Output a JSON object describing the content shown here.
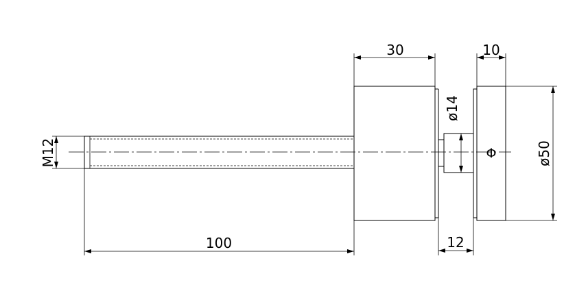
{
  "drawing": {
    "dimensions": {
      "length_total": "100",
      "body_width": "30",
      "cap_width": "10",
      "gap_width": "12",
      "thread": "M12",
      "pin_diameter": "ø14",
      "cap_diameter": "ø50"
    },
    "symbols": {
      "center_mark": "Φ"
    }
  }
}
